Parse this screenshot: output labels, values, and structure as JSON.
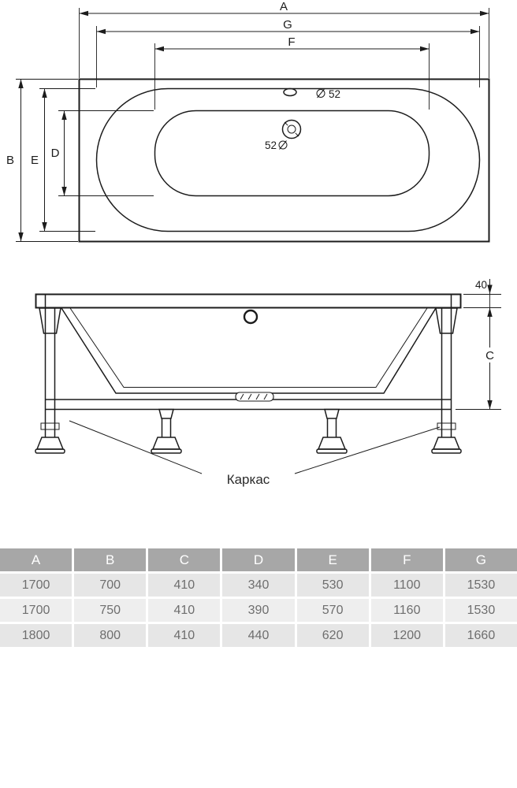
{
  "drawing": {
    "top_view": {
      "dim_a": "A",
      "dim_g": "G",
      "dim_f": "F",
      "dim_b": "B",
      "dim_e": "E",
      "dim_d": "D",
      "overflow_diameter": "52",
      "drain_diameter": "52"
    },
    "front_view": {
      "rim_height": "40",
      "dim_c": "C",
      "frame_label": "Каркас"
    }
  },
  "spec_table": {
    "headers": [
      "A",
      "B",
      "C",
      "D",
      "E",
      "F",
      "G"
    ],
    "rows": [
      [
        "1700",
        "700",
        "410",
        "340",
        "530",
        "1100",
        "1530"
      ],
      [
        "1700",
        "750",
        "410",
        "390",
        "570",
        "1160",
        "1530"
      ],
      [
        "1800",
        "800",
        "410",
        "440",
        "620",
        "1200",
        "1660"
      ]
    ]
  }
}
